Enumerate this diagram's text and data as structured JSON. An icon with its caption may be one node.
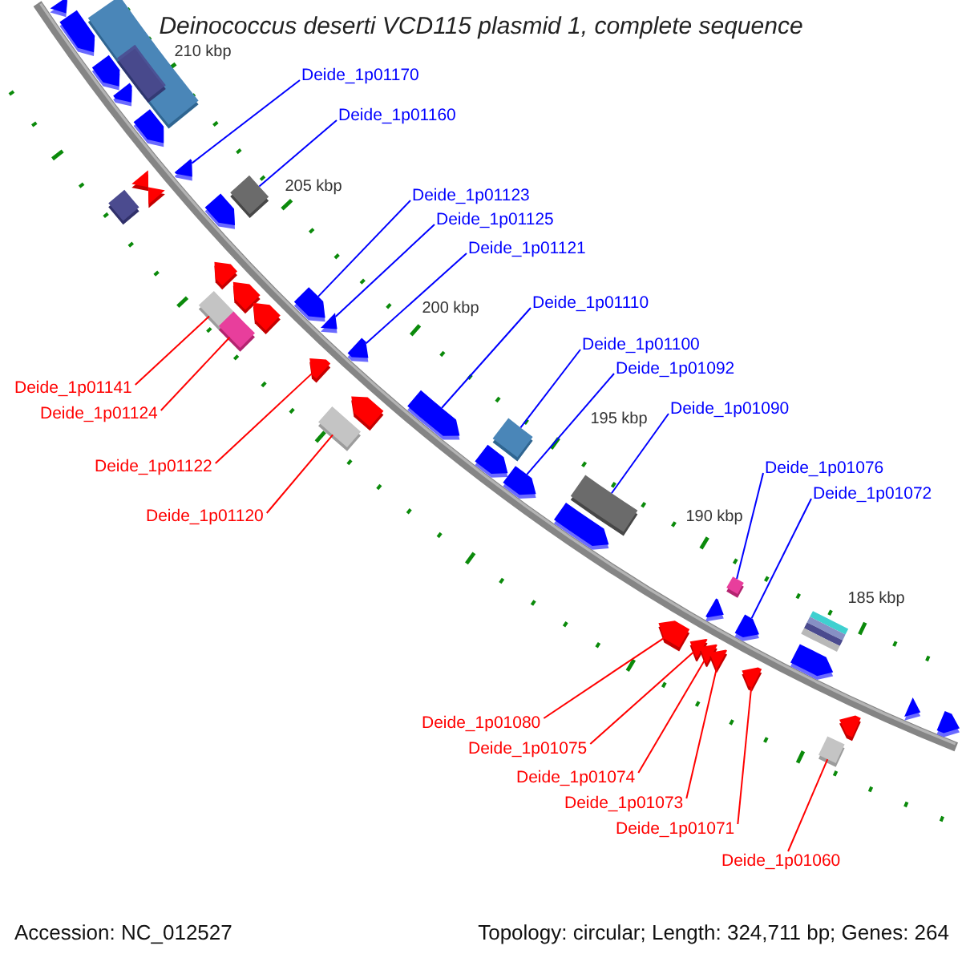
{
  "diagram": {
    "title": "Deinococcus deserti VCD115 plasmid 1, complete sequence",
    "nodes": [
      {
        "text": [
          "Deide_1p01170"
        ]
      },
      {
        "text": [
          "Deide_1p01160"
        ]
      },
      {
        "text": [
          "Deide_1p01123"
        ]
      },
      {
        "text": [
          "Deide_1p01125"
        ]
      },
      {
        "text": [
          "Deide_1p01121"
        ]
      },
      {
        "text": [
          "Deide_1p01110"
        ]
      },
      {
        "text": [
          "Deide_1p01100"
        ]
      },
      {
        "text": [
          "Deide_1p01092"
        ]
      },
      {
        "text": [
          "Deide_1p01141"
        ]
      },
      {
        "text": [
          "Deide_1p01090"
        ]
      },
      {
        "text": [
          "Deide_1p01124"
        ]
      },
      {
        "text": [
          "Deide_1p01122"
        ]
      },
      {
        "text": [
          "Deide_1p01076"
        ]
      },
      {
        "text": [
          "Deide_1p01072"
        ]
      },
      {
        "text": [
          "Deide_1p01120"
        ]
      },
      {
        "text": [
          "Deide_1p01080"
        ]
      },
      {
        "text": [
          "Deide_1p01075"
        ]
      },
      {
        "text": [
          "Deide_1p01074"
        ]
      },
      {
        "text": [
          "Deide_1p01073"
        ]
      },
      {
        "text": [
          "Deide_1p01071"
        ]
      },
      {
        "text": [
          "Deide_1p01060"
        ]
      },
      {
        "text": [],
        "shape": "arrow"
      },
      {
        "text": [],
        "shape": "arrow"
      },
      {
        "text": [],
        "shape": "box"
      },
      {
        "text": [],
        "shape": "box",
        "in": 23
      },
      {
        "text": [],
        "shape": "arrow"
      },
      {
        "text": [],
        "shape": "arrow"
      },
      {
        "text": [],
        "shape": "arrow"
      },
      {
        "text": [],
        "shape": "arrow"
      },
      {
        "text": [],
        "shape": "arrow"
      },
      {
        "text": [],
        "shape": "arrow"
      },
      {
        "text": [],
        "shape": "box"
      },
      {
        "text": [],
        "shape": "box"
      },
      {
        "text": [],
        "shape": "arrow"
      },
      {
        "text": [],
        "shape": "arrow"
      },
      {
        "text": [],
        "shape": "arrow"
      },
      {
        "text": [],
        "shape": "arrow"
      },
      {
        "text": [],
        "shape": "box"
      },
      {
        "text": [],
        "shape": "arrow"
      },
      {
        "text": [],
        "shape": "arrow"
      },
      {
        "text": [],
        "shape": "box"
      },
      {
        "text": [],
        "shape": "arrow"
      },
      {
        "text": [],
        "shape": "arrow"
      },
      {
        "text": [],
        "shape": "arrow"
      },
      {
        "text": [],
        "shape": "arrow"
      },
      {
        "text": [],
        "shape": "box"
      },
      {
        "text": [],
        "shape": "box"
      },
      {
        "text": [],
        "shape": "arrow"
      },
      {
        "text": [],
        "shape": "arrow"
      },
      {
        "text": [],
        "shape": "box"
      },
      {
        "text": [],
        "shape": "arrow"
      },
      {
        "text": [],
        "shape": "box"
      },
      {
        "text": [],
        "shape": "arrow"
      },
      {
        "text": [],
        "shape": "arrow"
      },
      {
        "text": [],
        "shape": "arrow"
      },
      {
        "text": [],
        "shape": "box"
      },
      {
        "text": [],
        "shape": "arrow"
      },
      {
        "text": [],
        "shape": "arrow"
      },
      {
        "text": [],
        "shape": "arrow"
      },
      {
        "text": [],
        "shape": "arrow"
      },
      {
        "text": [],
        "shape": "arrow"
      },
      {
        "text": [],
        "shape": "arrow"
      },
      {
        "text": [],
        "shape": "arrow"
      },
      {
        "text": [],
        "shape": "arrow"
      },
      {
        "text": [],
        "shape": "box"
      }
    ],
    "edges": [
      {
        "from": 0,
        "to": 28,
        "arrow": "none"
      },
      {
        "from": 1,
        "to": 31,
        "arrow": "none"
      },
      {
        "from": 2,
        "to": 36,
        "arrow": "none"
      },
      {
        "from": 3,
        "to": 39,
        "arrow": "none"
      },
      {
        "from": 4,
        "to": 41,
        "arrow": "none"
      },
      {
        "from": 5,
        "to": 44,
        "arrow": "none"
      },
      {
        "from": 6,
        "to": 46,
        "arrow": "none"
      },
      {
        "from": 7,
        "to": 48,
        "arrow": "none"
      },
      {
        "from": 8,
        "to": 37,
        "arrow": "none",
        "color": "#ff0000"
      },
      {
        "from": 9,
        "to": 49,
        "arrow": "none"
      },
      {
        "from": 10,
        "to": 40,
        "arrow": "none",
        "color": "#ff0000"
      },
      {
        "from": 11,
        "to": 42,
        "arrow": "none",
        "color": "#ff0000"
      },
      {
        "from": 12,
        "to": 51,
        "arrow": "none"
      },
      {
        "from": 13,
        "to": 53,
        "arrow": "none"
      },
      {
        "from": 14,
        "to": 45,
        "arrow": "none",
        "color": "#ff0000"
      },
      {
        "from": 15,
        "to": 54,
        "arrow": "none",
        "color": "#ff0000"
      },
      {
        "from": 16,
        "to": 56,
        "arrow": "none",
        "color": "#ff0000"
      },
      {
        "from": 17,
        "to": 57,
        "arrow": "none",
        "color": "#ff0000"
      },
      {
        "from": 18,
        "to": 58,
        "arrow": "none",
        "color": "#ff0000"
      },
      {
        "from": 19,
        "to": 60,
        "arrow": "none",
        "color": "#ff0000"
      },
      {
        "from": 20,
        "to": 64,
        "arrow": "none",
        "color": "#ff0000"
      }
    ],
    "labels": [
      "210 kbp",
      "205 kbp",
      "200 kbp",
      "195 kbp",
      "190 kbp",
      "185 kbp",
      "Accession: NC_012527",
      "Topology: circular; Length: 324,711 bp; Genes: 264"
    ]
  }
}
